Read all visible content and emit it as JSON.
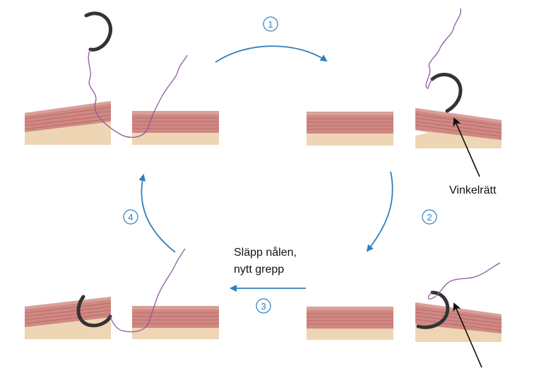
{
  "colors": {
    "skin": "#eed5b4",
    "muscle": "#cf8882",
    "muscle_light": "#d9a09a",
    "muscle_line": "#a8565a",
    "needle": "#333333",
    "thread": "#8d5a9e",
    "arrow": "#2f7fbd",
    "text": "#111111"
  },
  "labels": {
    "perpendicular": "Vinkelrätt",
    "release_line1": "Släpp nålen,",
    "release_line2": "nytt grepp"
  },
  "steps": [
    {
      "number": "1"
    },
    {
      "number": "2"
    },
    {
      "number": "3"
    },
    {
      "number": "4"
    }
  ],
  "icons": {
    "needle": "curved-needle-icon",
    "thread": "suture-thread-icon"
  }
}
